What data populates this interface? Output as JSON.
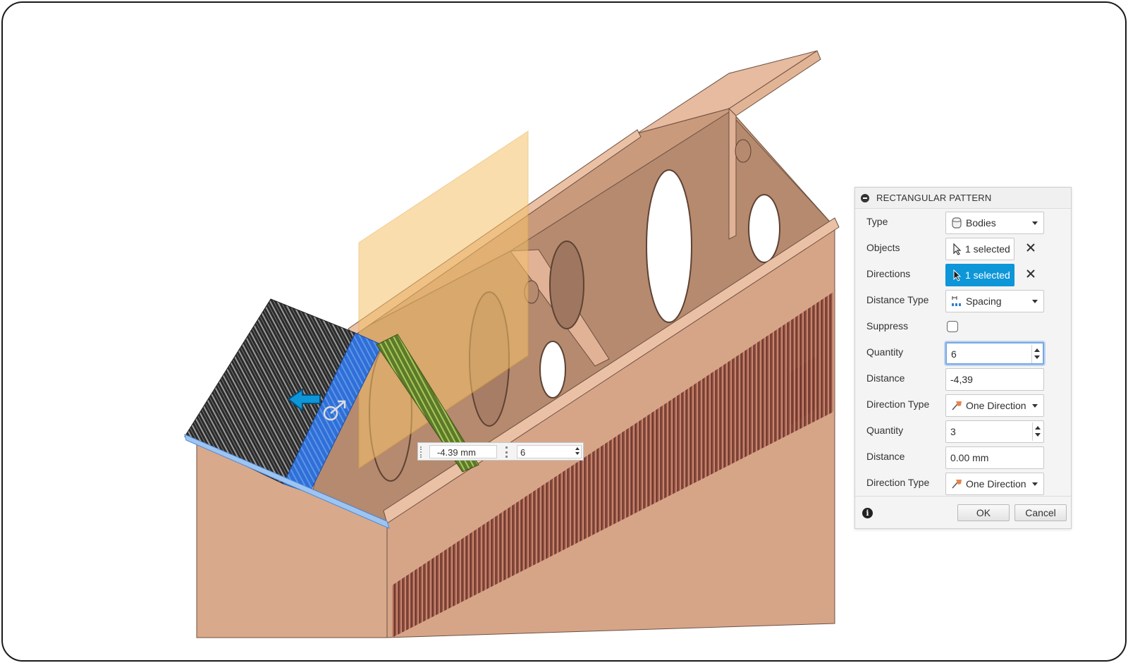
{
  "dialog": {
    "title": "RECTANGULAR PATTERN",
    "rows": {
      "type": {
        "label": "Type",
        "value": "Bodies",
        "icon": "body-icon"
      },
      "objects": {
        "label": "Objects",
        "value": "1 selected",
        "icon": "cursor-icon"
      },
      "directions": {
        "label": "Directions",
        "value": "1 selected",
        "icon": "cursor-icon",
        "active": true
      },
      "distance_type": {
        "label": "Distance Type",
        "value": "Spacing",
        "icon": "spacing-icon"
      },
      "suppress": {
        "label": "Suppress",
        "checked": false
      },
      "quantity1": {
        "label": "Quantity",
        "value": "6"
      },
      "distance1": {
        "label": "Distance",
        "value": "-4,39"
      },
      "direction_type1": {
        "label": "Direction Type",
        "value": "One Direction",
        "icon": "one-direction-icon"
      },
      "quantity2": {
        "label": "Quantity",
        "value": "3"
      },
      "distance2": {
        "label": "Distance",
        "value": "0.00 mm"
      },
      "direction_type2": {
        "label": "Direction Type",
        "value": "One Direction",
        "icon": "one-direction-icon"
      }
    },
    "ok_label": "OK",
    "cancel_label": "Cancel",
    "accent_color": "#0d96d8"
  },
  "canvas_input": {
    "distance": "-4.39 mm",
    "quantity": "6"
  },
  "model": {
    "body_color": "#e3b597",
    "plane_color": "#f5c26b",
    "selection_color": "#2f6fd6",
    "pattern_highlight_color": "#8fb24a"
  }
}
